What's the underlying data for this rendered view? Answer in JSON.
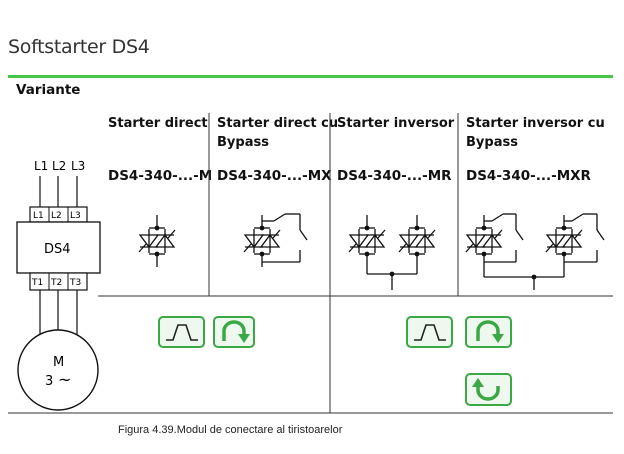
{
  "header": {
    "title": "Softstarter DS4",
    "accent_color": "#49c548"
  },
  "section": {
    "label": "Variante"
  },
  "columns": [
    {
      "head_line1": "Starter direct",
      "head_line2": "",
      "code": "DS4-340-...-M"
    },
    {
      "head_line1": "Starter direct cu",
      "head_line2": "Bypass",
      "code": "DS4-340-...-MX"
    },
    {
      "head_line1": "Starter inversor",
      "head_line2": "",
      "code": "DS4-340-...-MR"
    },
    {
      "head_line1": "Starter inversor cu",
      "head_line2": "Bypass",
      "code": "DS4-340-...-MXR"
    }
  ],
  "schematic": {
    "line_labels": [
      "L1",
      "L2",
      "L3"
    ],
    "input_terminals": [
      "L1",
      "L2",
      "L3"
    ],
    "device": "DS4",
    "output_terminals": [
      "T1",
      "T2",
      "T3"
    ],
    "motor_label": "M",
    "motor_phase": "3",
    "motor_symbol": "~"
  },
  "icons": [
    "soft-start-ramp-icon",
    "forward-rotation-icon",
    "reverse-rotation-icon"
  ],
  "caption": "Figura 4.39.Modul de conectare al tiristoarelor"
}
